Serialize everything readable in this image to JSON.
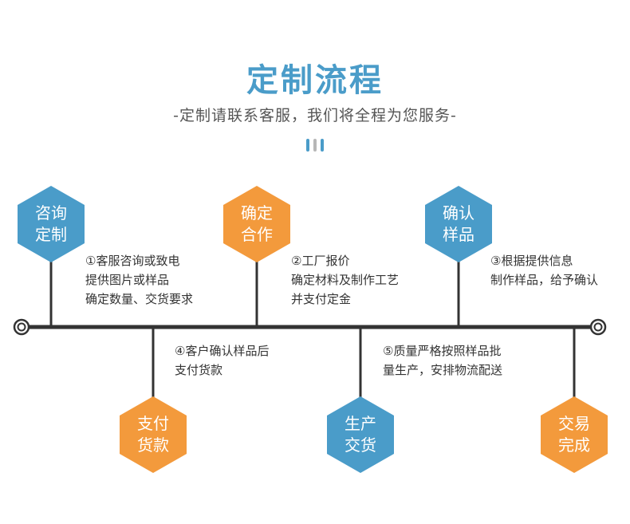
{
  "header": {
    "title": "定制流程",
    "subtitle": "-定制请联系客服，我们将全程为您服务-"
  },
  "colors": {
    "blue": "#4a9cc9",
    "orange": "#f39a3c",
    "line": "#333333"
  },
  "steps": [
    {
      "label_1": "咨询",
      "label_2": "定制",
      "color": "blue",
      "desc": [
        "①客服咨询或致电",
        "提供图片或样品",
        "确定数量、交货要求"
      ]
    },
    {
      "label_1": "确定",
      "label_2": "合作",
      "color": "orange",
      "desc": [
        "②工厂报价",
        "确定材料及制作工艺",
        "并支付定金"
      ]
    },
    {
      "label_1": "确认",
      "label_2": "样品",
      "color": "blue",
      "desc": [
        "③根据提供信息",
        "制作样品，给予确认"
      ]
    },
    {
      "label_1": "支付",
      "label_2": "货款",
      "color": "orange",
      "desc": [
        "④客户确认样品后",
        "支付货款"
      ]
    },
    {
      "label_1": "生产",
      "label_2": "交货",
      "color": "blue",
      "desc": [
        "⑤质量严格按照样品批",
        "量生产，安排物流配送"
      ]
    },
    {
      "label_1": "交易",
      "label_2": "完成",
      "color": "orange",
      "desc": []
    }
  ]
}
